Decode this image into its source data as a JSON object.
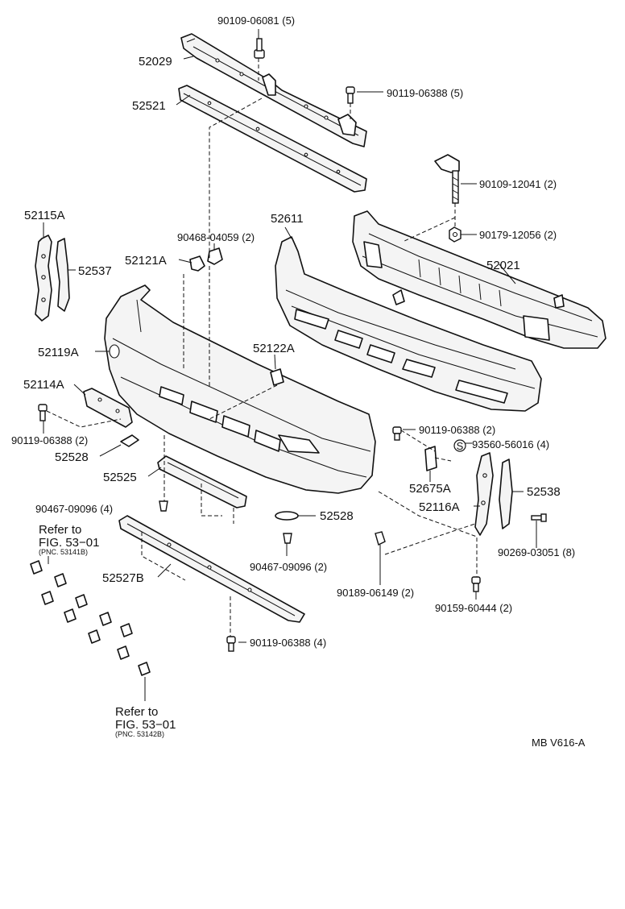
{
  "labels": {
    "l_90109_06081": "90109-06081 (5)",
    "l_52029": "52029",
    "l_52521": "52521",
    "l_90119_06388_top": "90119-06388 (5)",
    "l_90109_12041": "90109-12041 (2)",
    "l_52115A": "52115A",
    "l_52611": "52611",
    "l_90179_12056": "90179-12056 (2)",
    "l_90468_04059": "90468-04059 (2)",
    "l_52121A": "52121A",
    "l_52537": "52537",
    "l_52021": "52021",
    "l_52119A": "52119A",
    "l_52122A": "52122A",
    "l_52114A": "52114A",
    "l_90119_06388_left": "90119-06388 (2)",
    "l_90119_06388_right": "90119-06388 (2)",
    "l_93560_56016": "93560-56016 (4)",
    "l_52528_left": "52528",
    "l_52525": "52525",
    "l_52675A": "52675A",
    "l_52538": "52538",
    "l_52116A": "52116A",
    "l_90467_09096_left": "90467-09096 (4)",
    "l_52528_mid": "52528",
    "l_90467_09096_mid": "90467-09096 (2)",
    "l_90269_03051": "90269-03051 (8)",
    "l_52527B": "52527B",
    "l_90189_06149": "90189-06149 (2)",
    "l_90159_60444": "90159-60444 (2)",
    "l_90119_06388_bottom": "90119-06388 (4)",
    "refer_top_line1": "Refer to",
    "refer_top_line2": "FIG. 53−01",
    "refer_top_pnc": "(PNC. 53141B)",
    "refer_bottom_line1": "Refer to",
    "refer_bottom_line2": "FIG. 53−01",
    "refer_bottom_pnc": "(PNC. 53142B)",
    "s_mark": "S",
    "catalog_code": "MB V616-A"
  }
}
